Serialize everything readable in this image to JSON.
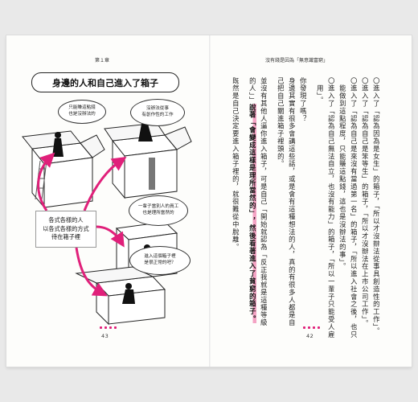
{
  "left_page": {
    "running_head": "第１章",
    "title": "身邊的人和自己進入了箱子",
    "bubbles": {
      "b1": "只能賺這點錢\n也是沒辦法的",
      "b2": "沒辦法從事\n有創作性的工作",
      "b3": "一輩子當別人的員工\n也是理所當然的",
      "b4": "進入這個箱子裡\n是很正常的吧？"
    },
    "center_label": "各式各樣的人\n以各式各樣的方式\n待在箱子裡",
    "folio": "43"
  },
  "right_page": {
    "running_head": "沒有錢是因為「無意識富窮」",
    "col_r1": "〇進入了「認為因為是女生」的箱子，「所以才沒辦法從事具創造性的工作」。",
    "col_r2": "〇進入了「認為自己是笨等生」的箱子，「所以才沒辦法在上市公司工作」。",
    "col_r3": "〇進入了「認為自己是來沒有當過第一名」的箱子，「所以進入社會之後，也只",
    "col_r4": "　能做到這點程度，只能賺這點錢，這也是沒辦法的事」。",
    "col_r5": "〇進入了「認為自己無法自立，也沒有能力」的箱子，「所以一輩子只能受人雇",
    "col_r6": "　用」。",
    "col_r7": "你發現了嗎？",
    "col_r8": "身邊其實有很多會講這些話，或是會有這種想法的人，真的有很多人都是自",
    "col_r9": "己把自己關進箱子裡頭的。",
    "col_r10": "並沒有其他人逼你進入箱子，可是自己「開始就認為「反正我就是這種等級",
    "col_r11_pre": "的人」」",
    "col_r11_hl": "說著「會變成這樣是理所當然的」，然後看著進入了貧窮的箱子。",
    "col_r11": "的人」」，說著「會變成這樣是理所當然的」，然後看著進入了貧窮的箱子。",
    "col_r12": "既然是自己決定要進入箱子裡的，就很難從中脫離。",
    "folio": "42"
  },
  "colors": {
    "accent": "#e0207a",
    "highlight": "#f4a3c4"
  }
}
